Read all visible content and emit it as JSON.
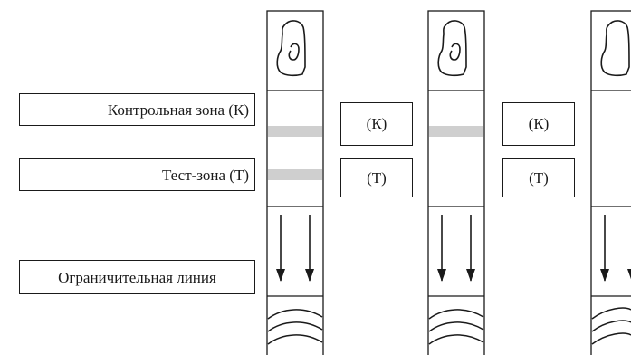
{
  "labels": {
    "control_zone": "Контрольная зона (К)",
    "test_zone": "Тест-зона (Т)",
    "limit_line": "Ограничительная линия"
  },
  "strips": [
    {
      "control_line": true,
      "test_line": true,
      "zone_labels": {
        "control": "(К)",
        "test": "(Т)"
      }
    },
    {
      "control_line": true,
      "test_line": false,
      "zone_labels": {
        "control": "(К)",
        "test": "(Т)"
      }
    },
    {
      "control_line": false,
      "test_line": false,
      "zone_labels": null
    }
  ],
  "colors": {
    "line": "#1a1a1a",
    "band": "#cfcfcf"
  }
}
